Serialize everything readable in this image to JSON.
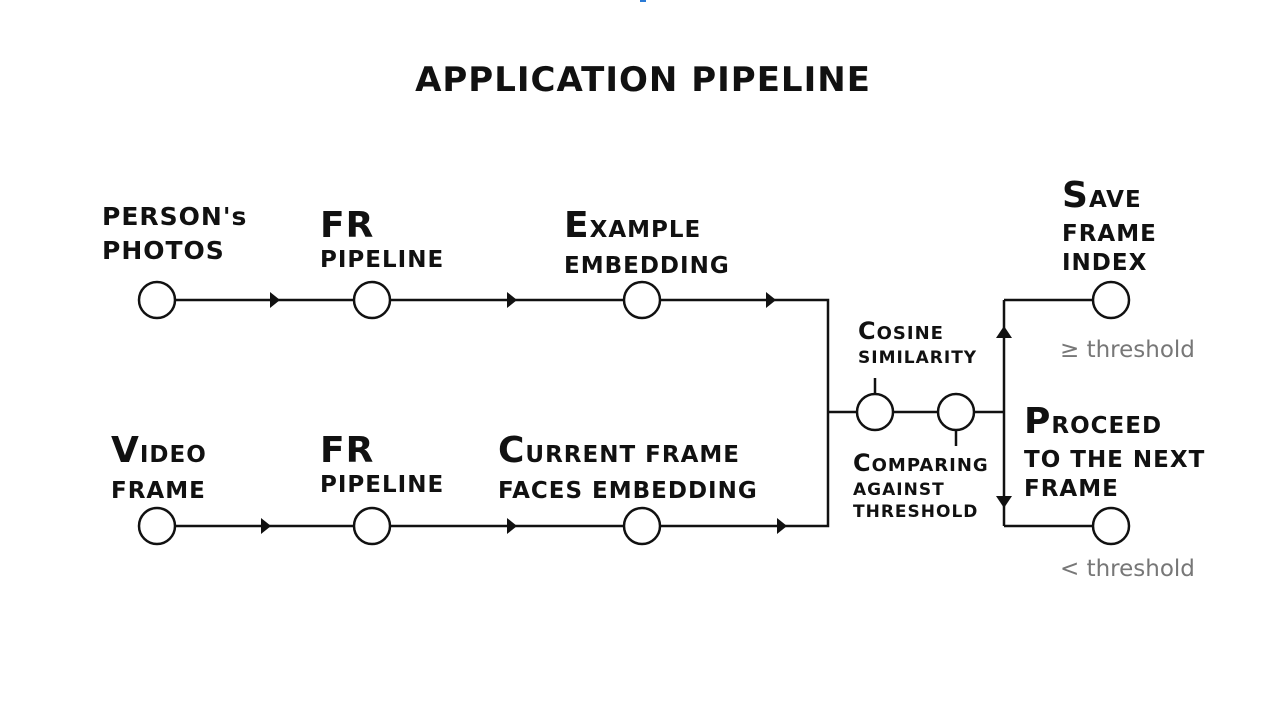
{
  "title": "APPLICATION PIPELINE",
  "top_row": {
    "source": [
      "PERSON's",
      "PHOTOS"
    ],
    "stage1": [
      "FR",
      "PIPELINE"
    ],
    "stage2_initial": "E",
    "stage2_rest": "XAMPLE",
    "stage2_line2": "EMBEDDING"
  },
  "bottom_row": {
    "source_initial": "V",
    "source_rest": "IDEO",
    "source_line2": "FRAME",
    "stage1": [
      "FR",
      "PIPELINE"
    ],
    "stage2_initial": "C",
    "stage2_rest": "URRENT FRAME",
    "stage2_line2": "FACES EMBEDDING"
  },
  "cosine": {
    "initial": "C",
    "rest": "OSINE",
    "line2": "SIMILARITY"
  },
  "comparing": {
    "initial": "C",
    "rest": "OMPARING",
    "line2": "AGAINST",
    "line3": "THRESHOLD"
  },
  "save": {
    "initial": "S",
    "rest": "AVE",
    "line2": "FRAME",
    "line3": "INDEX",
    "condition": "≥ threshold"
  },
  "proceed": {
    "initial": "P",
    "rest": "ROCEED",
    "line2": "TO THE NEXT",
    "line3": "FRAME",
    "condition": "< threshold"
  }
}
